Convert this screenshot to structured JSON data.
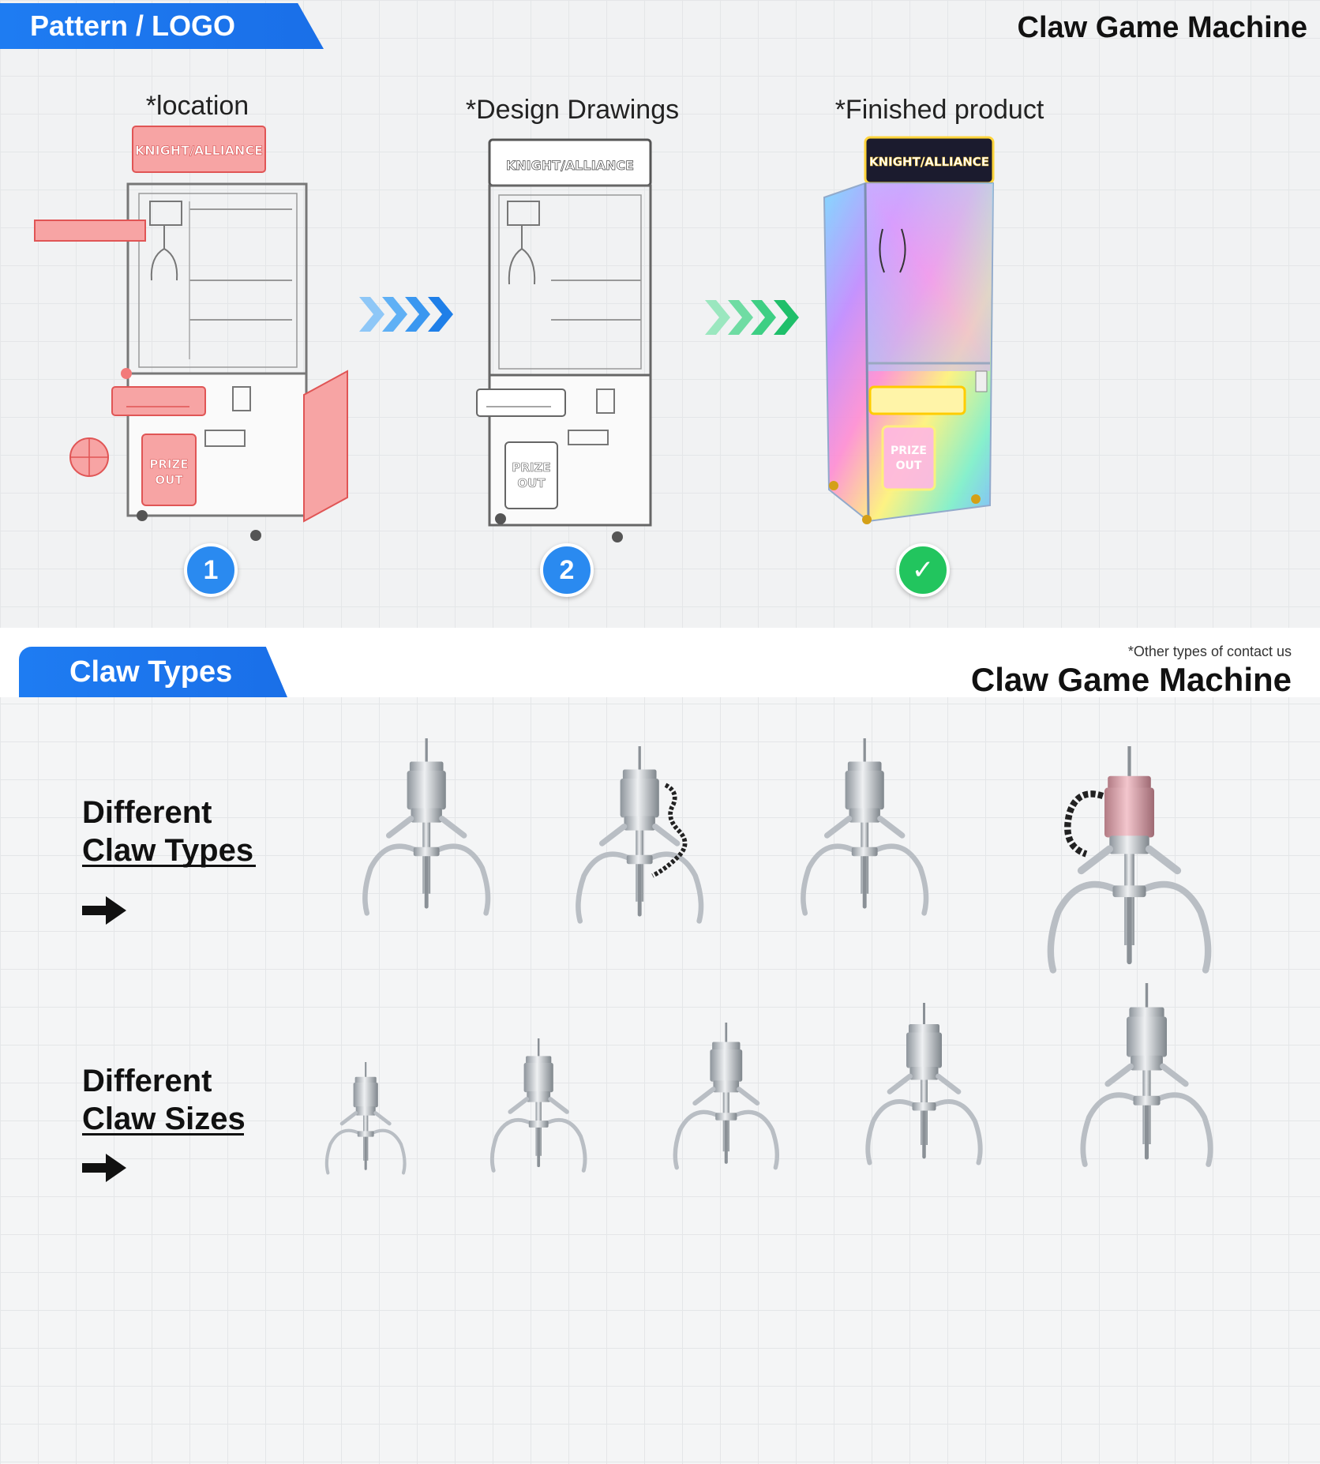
{
  "top_section": {
    "tab_label": "Pattern / LOGO",
    "title": "Claw Game Machine",
    "steps": [
      {
        "caption": "*location",
        "badge": "1"
      },
      {
        "caption": "*Design Drawings",
        "badge": "2"
      },
      {
        "caption": "*Finished product",
        "badge": "✓"
      }
    ],
    "machine_sign": "KNIGHT/ALLIANCE",
    "prize_door": [
      "PRIZE",
      "OUT"
    ]
  },
  "bottom_section": {
    "tab_label": "Claw Types",
    "note": "*Other types of contact us",
    "title": "Claw Game Machine",
    "rows": [
      {
        "label_line1": "Different",
        "label_line2": "Claw Types"
      },
      {
        "label_line1": "Different",
        "label_line2": "Claw Sizes"
      }
    ]
  },
  "colors": {
    "accent_blue": "#1a6fe8",
    "badge_blue": "#2a8af0",
    "badge_green": "#22c55e",
    "highlight_red": "#f26b6b"
  }
}
